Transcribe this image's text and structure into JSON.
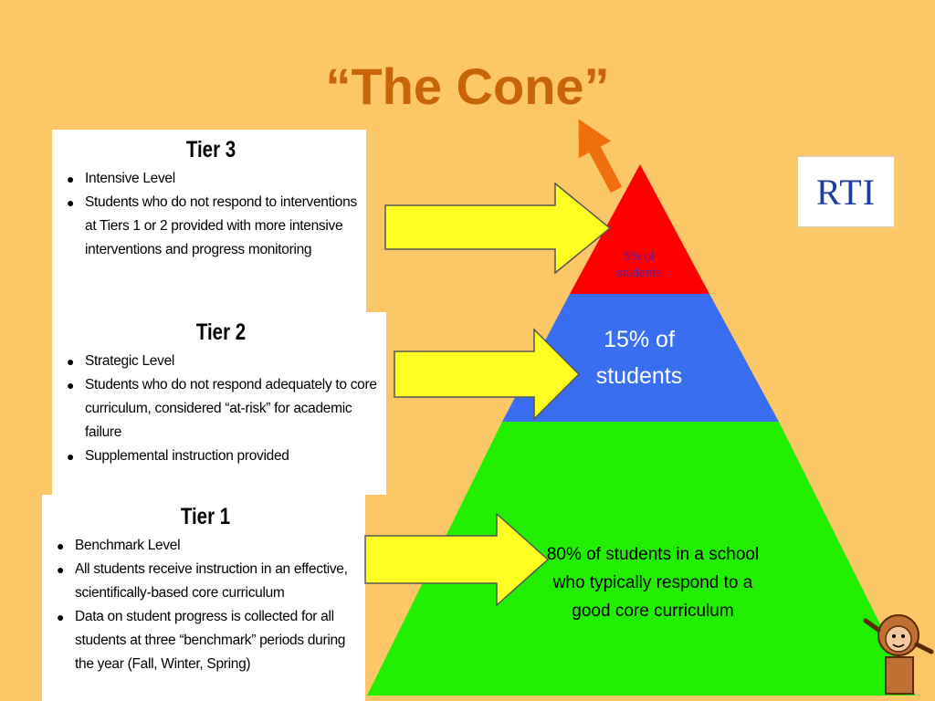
{
  "slide": {
    "title": "“The Cone”",
    "badge": "RTI"
  },
  "tiers": [
    {
      "heading": "Tier 3",
      "bullets": [
        "Intensive Level",
        "Students who do not respond to interventions at Tiers 1 or 2 provided with more intensive interventions and progress monitoring"
      ]
    },
    {
      "heading": "Tier 2",
      "bullets": [
        "Strategic Level",
        "Students who do not respond adequately to core curriculum, considered “at-risk” for academic failure",
        "Supplemental instruction provided"
      ]
    },
    {
      "heading": "Tier 1",
      "bullets": [
        "Benchmark Level",
        "All students receive instruction in an effective, scientifically-based core curriculum",
        "Data on student progress is collected for all students at three “benchmark” periods during the year (Fall, Winter, Spring)"
      ]
    }
  ],
  "pyramid": {
    "top": {
      "label": "5% of students",
      "color": "#ff0000"
    },
    "middle": {
      "label": "15% of students",
      "color": "#3a6ef0"
    },
    "bottom": {
      "label": "80% of students in a school who typically respond to a good core curriculum",
      "color": "#22ee00"
    }
  },
  "colors": {
    "background": "#fcc766",
    "title": "#c8640a",
    "arrow_fill": "#ffff22",
    "arrow_stroke": "#555555",
    "up_arrow": "#f07010",
    "badge_text": "#1f3b9e"
  },
  "icons": {
    "bullet": "bullet-dot",
    "up_arrow": "arrow-up-left-icon",
    "right_arrow": "arrow-right-icon"
  }
}
